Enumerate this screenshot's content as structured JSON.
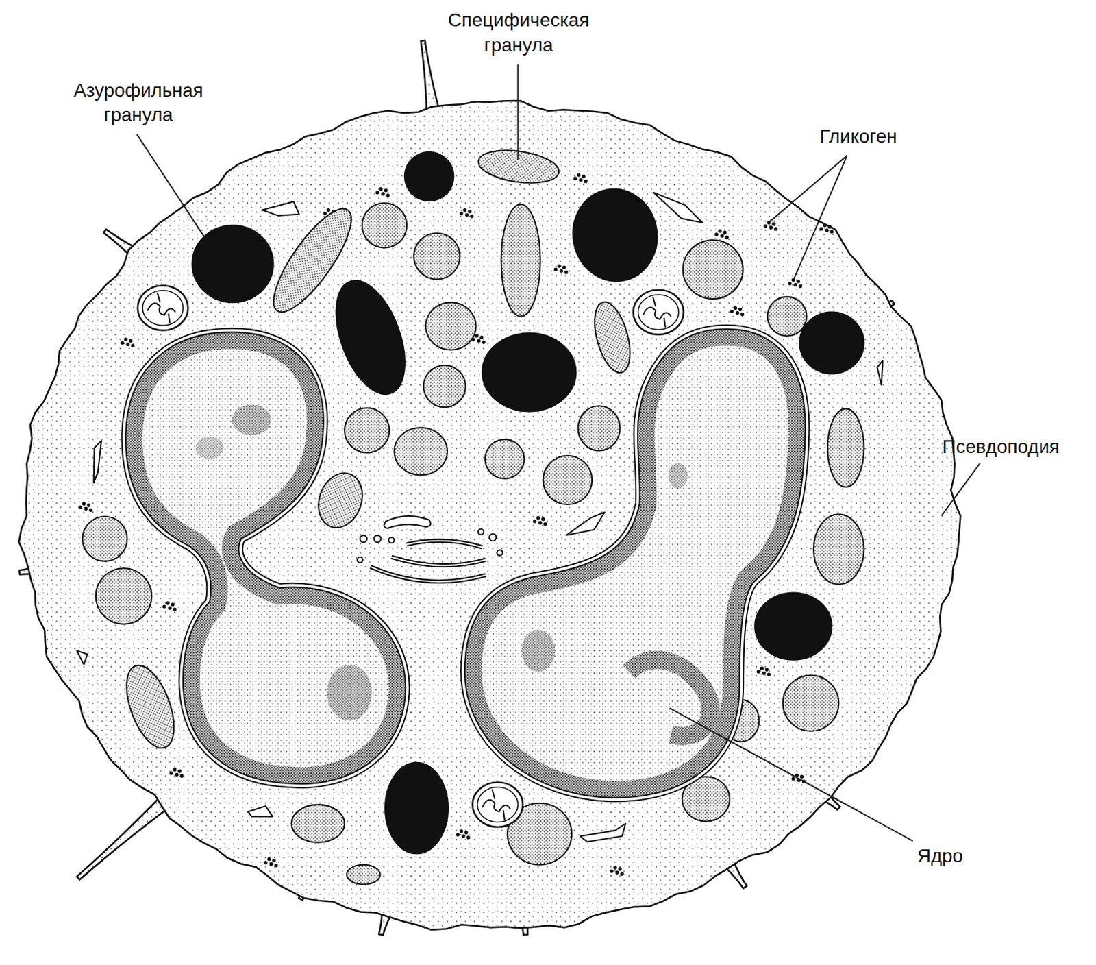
{
  "diagram": {
    "labels": [
      "Специфическая гранула",
      "Азурофильная гранула",
      "Гликоген",
      "Псевдоподия",
      "Ядро"
    ]
  }
}
